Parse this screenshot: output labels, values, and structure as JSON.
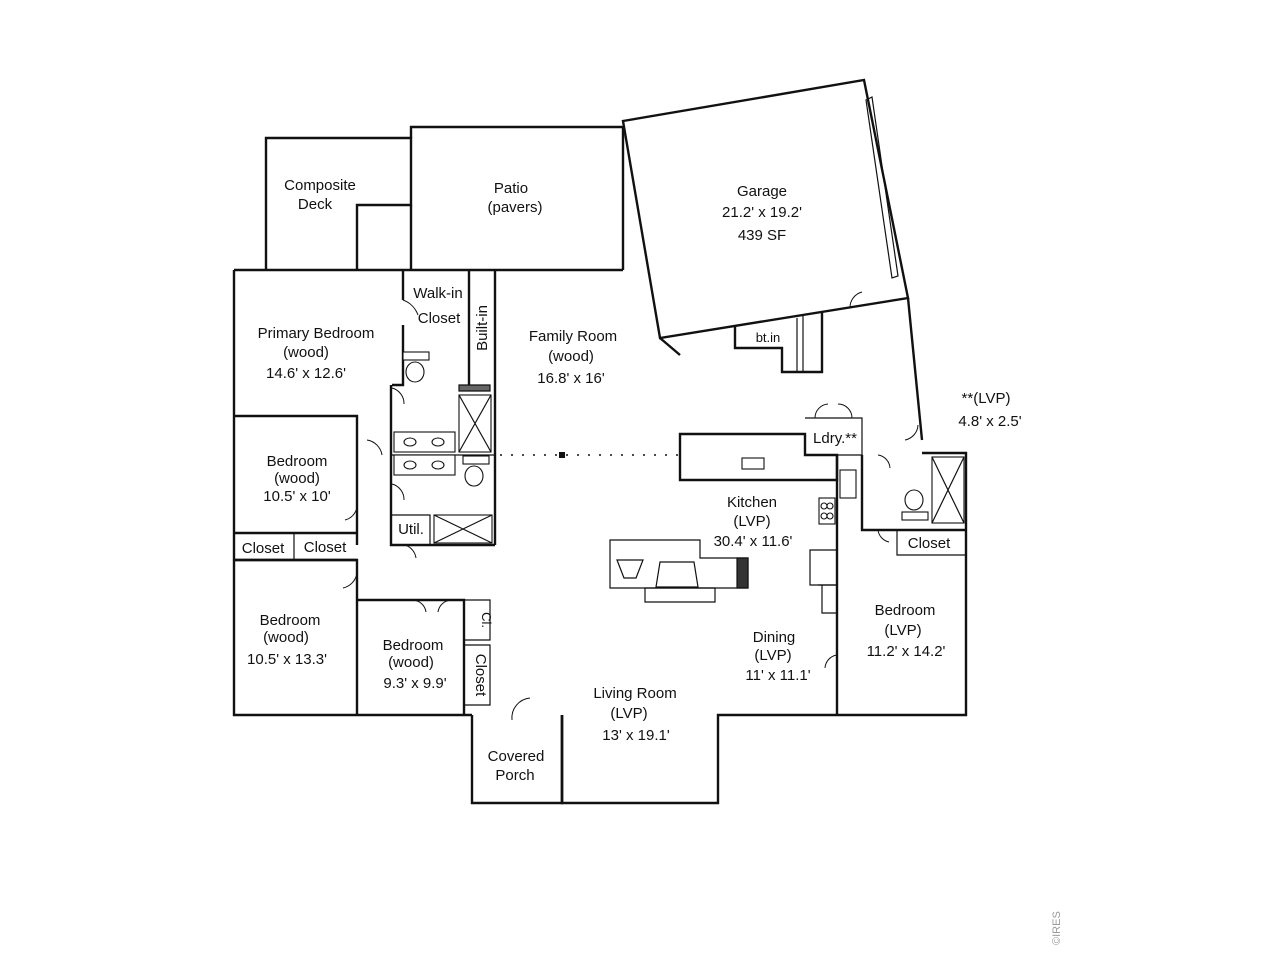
{
  "rooms": {
    "composite_deck": {
      "line1": "Composite",
      "line2": "Deck"
    },
    "patio": {
      "line1": "Patio",
      "line2": "(pavers)"
    },
    "garage": {
      "name": "Garage",
      "dims": "21.2' x 19.2'",
      "area": "439 SF"
    },
    "walk_in_closet": {
      "line1": "Walk-in",
      "line2": "Closet"
    },
    "built_in": {
      "label": "Built-in"
    },
    "bt_in": {
      "label": "bt.in"
    },
    "primary_bedroom": {
      "name": "Primary Bedroom",
      "floor": "(wood)",
      "dims": "14.6' x 12.6'"
    },
    "family_room": {
      "name": "Family Room",
      "floor": "(wood)",
      "dims": "16.8' x 16'"
    },
    "lvp_note": {
      "name": "**(LVP)",
      "dims": "4.8' x 2.5'"
    },
    "laundry": {
      "label": "Ldry.**"
    },
    "bedroom_2": {
      "name": "Bedroom",
      "floor": "(wood)",
      "dims": "10.5' x 10'"
    },
    "kitchen": {
      "name": "Kitchen",
      "floor": "(LVP)",
      "dims": "30.4' x 11.6'"
    },
    "utility": {
      "label": "Util."
    },
    "closet_left_1": {
      "label": "Closet"
    },
    "closet_left_2": {
      "label": "Closet"
    },
    "closet_right": {
      "label": "Closet"
    },
    "bedroom_3": {
      "name": "Bedroom",
      "floor": "(wood)",
      "dims": "10.5' x 13.3'"
    },
    "bedroom_4": {
      "name": "Bedroom",
      "floor": "(wood)",
      "dims": "9.3' x 9.9'"
    },
    "cl_small": {
      "label": "Cl."
    },
    "closet_vertical": {
      "label": "Closet"
    },
    "dining": {
      "name": "Dining",
      "floor": "(LVP)",
      "dims": "11' x 11.1'"
    },
    "bedroom_5": {
      "name": "Bedroom",
      "floor": "(LVP)",
      "dims": "11.2' x 14.2'"
    },
    "living_room": {
      "name": "Living Room",
      "floor": "(LVP)",
      "dims": "13' x 19.1'"
    },
    "covered_porch": {
      "line1": "Covered",
      "line2": "Porch"
    }
  },
  "watermark": "©IRES"
}
